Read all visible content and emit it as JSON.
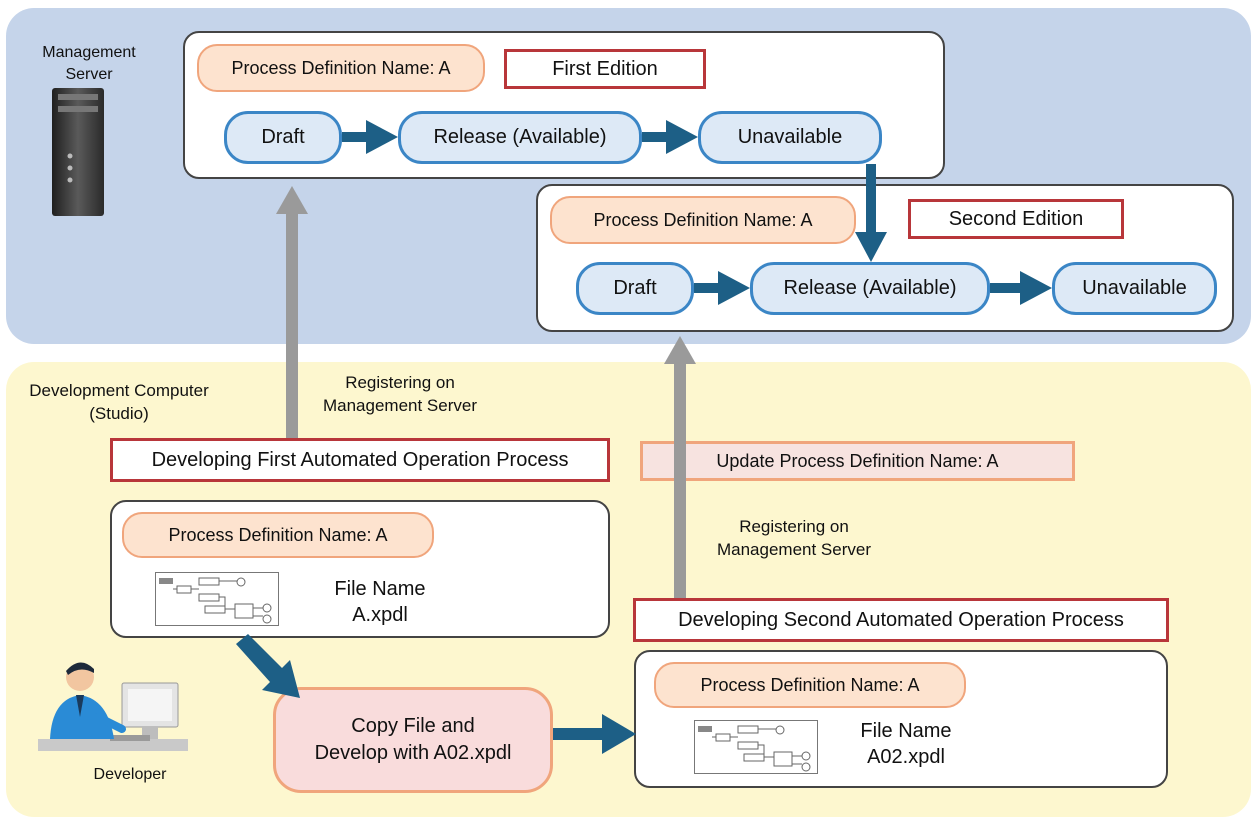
{
  "management_zone": {
    "label_line1": "Management",
    "label_line2": "Server"
  },
  "first_edition": {
    "process_name": "Process Definition Name: A",
    "edition_label": "First Edition",
    "states": [
      "Draft",
      "Release (Available)",
      "Unavailable"
    ]
  },
  "second_edition": {
    "process_name": "Process Definition Name: A",
    "edition_label": "Second Edition",
    "states": [
      "Draft",
      "Release (Available)",
      "Unavailable"
    ]
  },
  "development_zone": {
    "label_line1": "Development Computer",
    "label_line2": "(Studio)",
    "register_first_line1": "Registering on",
    "register_first_line2": "Management Server",
    "register_second_line1": "Registering on",
    "register_second_line2": "Management Server",
    "first_dev_title": "Developing First Automated Operation Process",
    "update_label": "Update Process Definition Name: A",
    "second_dev_title": "Developing Second Automated Operation Process",
    "first_file": {
      "process_name": "Process Definition Name: A",
      "file_label": "File Name",
      "file_name": "A.xpdl"
    },
    "second_file": {
      "process_name": "Process Definition Name: A",
      "file_label": "File Name",
      "file_name": "A02.xpdl"
    },
    "copy_line1": "Copy File and",
    "copy_line2": "Develop with A02.xpdl",
    "developer_label": "Developer"
  },
  "colors": {
    "management_bg": "#c5d4ea",
    "development_bg": "#fdf7cf",
    "state_border": "#3b86c6",
    "edition_border": "#b8363a",
    "flow_arrow": "#1d5f86",
    "register_arrow": "#9a9a9a"
  }
}
